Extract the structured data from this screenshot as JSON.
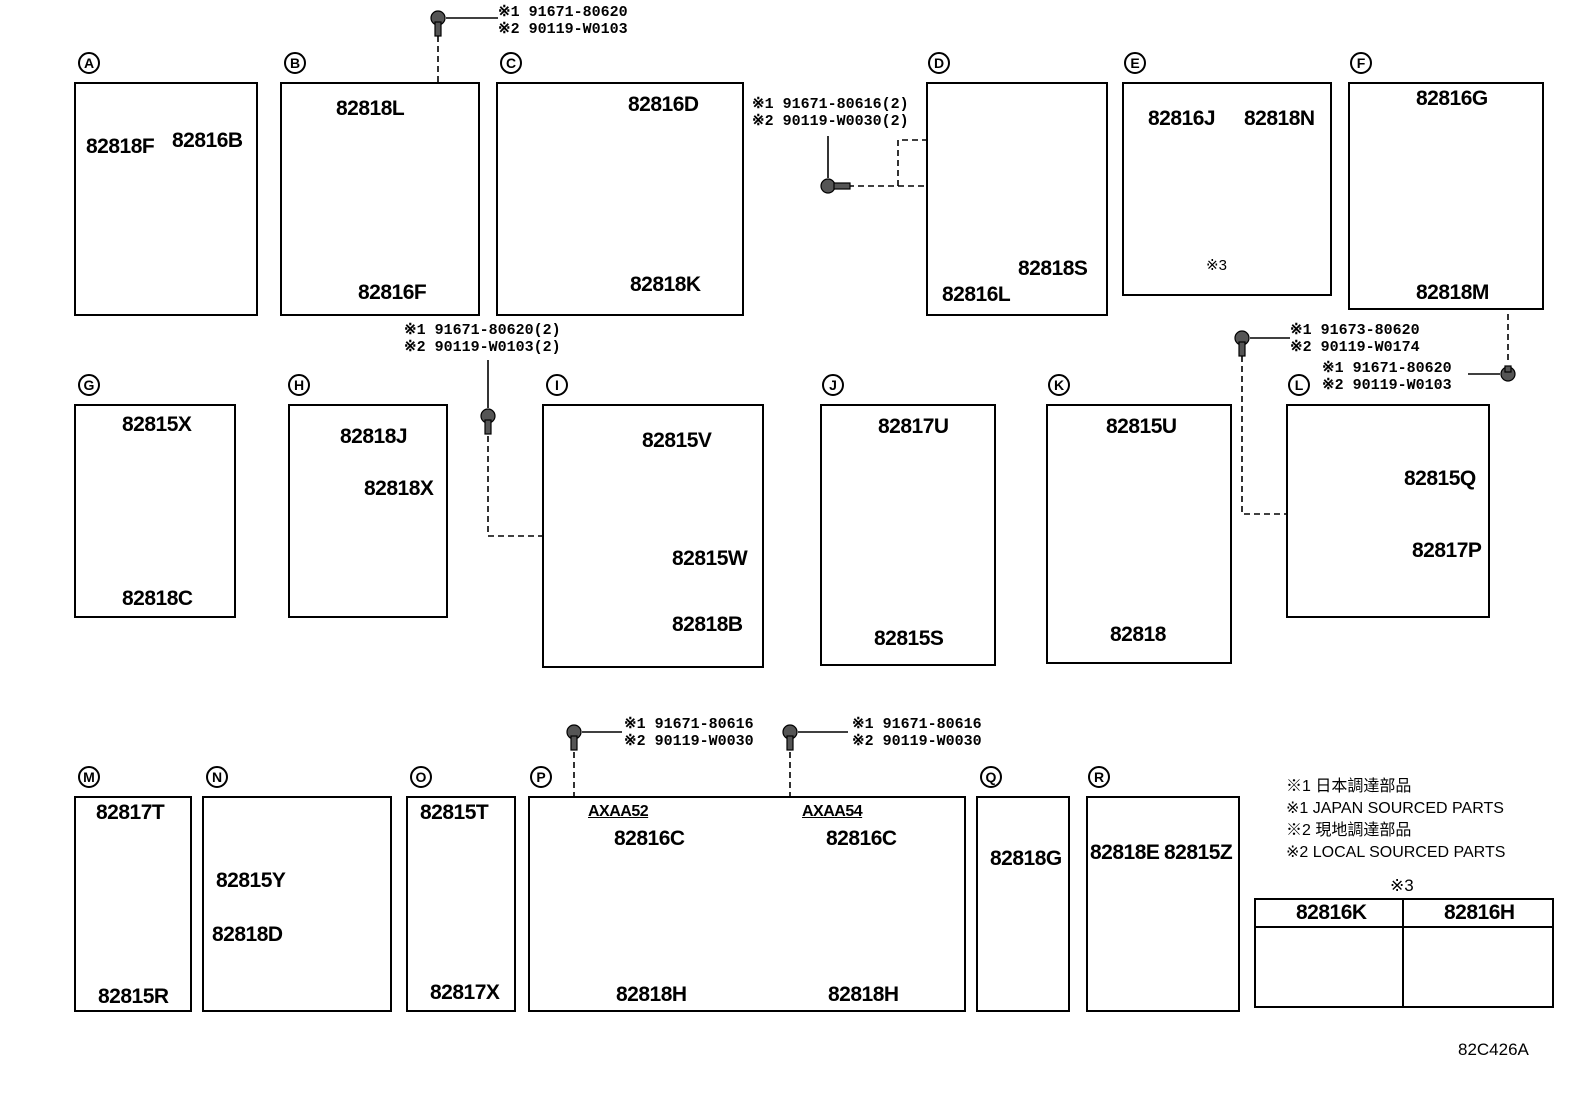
{
  "panels": {
    "A": {
      "letter": "A",
      "parts": [
        "82818F",
        "82816B"
      ]
    },
    "B": {
      "letter": "B",
      "parts": [
        "82818L",
        "82816F"
      ]
    },
    "C": {
      "letter": "C",
      "parts": [
        "82816D",
        "82818K"
      ]
    },
    "D": {
      "letter": "D",
      "parts": [
        "82816L",
        "82818S"
      ]
    },
    "E": {
      "letter": "E",
      "parts": [
        "82816J",
        "82818N",
        "※3"
      ]
    },
    "F": {
      "letter": "F",
      "parts": [
        "82816G",
        "82818M"
      ]
    },
    "G": {
      "letter": "G",
      "parts": [
        "82815X",
        "82818C"
      ]
    },
    "H": {
      "letter": "H",
      "parts": [
        "82818J",
        "82818X"
      ]
    },
    "I": {
      "letter": "I",
      "parts": [
        "82815V",
        "82815W",
        "82818B"
      ]
    },
    "J": {
      "letter": "J",
      "parts": [
        "82817U",
        "82815S"
      ]
    },
    "K": {
      "letter": "K",
      "parts": [
        "82815U",
        "82818"
      ]
    },
    "L": {
      "letter": "L",
      "parts": [
        "82815Q",
        "82817P"
      ]
    },
    "M": {
      "letter": "M",
      "parts": [
        "82817T",
        "82815R"
      ]
    },
    "N": {
      "letter": "N",
      "parts": [
        "82815Y",
        "82818D"
      ]
    },
    "O": {
      "letter": "O",
      "parts": [
        "82815T",
        "82817X"
      ]
    },
    "P": {
      "letter": "P",
      "variants": [
        "AXAA52",
        "AXAA54"
      ],
      "parts": [
        "82816C",
        "82818H",
        "82816C",
        "82818H"
      ]
    },
    "Q": {
      "letter": "Q",
      "parts": [
        "82818G"
      ]
    },
    "R": {
      "letter": "R",
      "parts": [
        "82818E",
        "82815Z"
      ]
    }
  },
  "fasteners": {
    "top_b": [
      "※1 91671-80620",
      "※2 90119-W0103"
    ],
    "d": [
      "※1 91671-80616(2)",
      "※2 90119-W0030(2)"
    ],
    "i": [
      "※1 91671-80620(2)",
      "※2 90119-W0103(2)"
    ],
    "l1": [
      "※1 91673-80620",
      "※2 90119-W0174"
    ],
    "l2": [
      "※1 91671-80620",
      "※2 90119-W0103"
    ],
    "p1": [
      "※1 91671-80616",
      "※2 90119-W0030"
    ],
    "p2": [
      "※1 91671-80616",
      "※2 90119-W0030"
    ]
  },
  "legend": [
    "※1 日本調達部品",
    "※1 JAPAN SOURCED PARTS",
    "※2 現地調達部品",
    "※2 LOCAL SOURCED PARTS"
  ],
  "note3": {
    "title": "※3",
    "parts": [
      "82816K",
      "82816H"
    ]
  },
  "diagram_code": "82C426A"
}
